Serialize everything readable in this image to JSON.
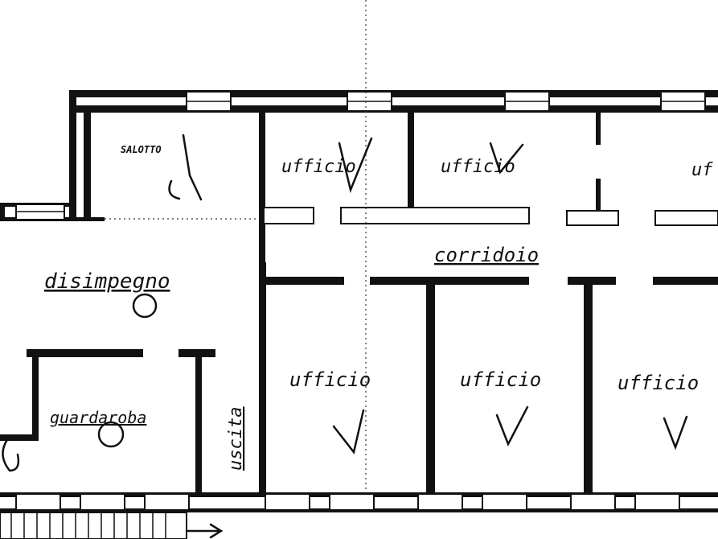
{
  "rooms": {
    "salotto": "SALOTTO",
    "ufficio_top_1": "ufficio",
    "ufficio_top_2": "ufficio",
    "ufficio_top_3": "uf",
    "corridoio": "corridoio",
    "disimpegno": "disimpegno",
    "guardaroba": "guardaroba",
    "uscita": "uscita",
    "ufficio_bottom_1": "ufficio",
    "ufficio_bottom_2": "ufficio",
    "ufficio_bottom_3": "ufficio"
  },
  "colors": {
    "ink": "#111111",
    "paper": "#ffffff"
  }
}
